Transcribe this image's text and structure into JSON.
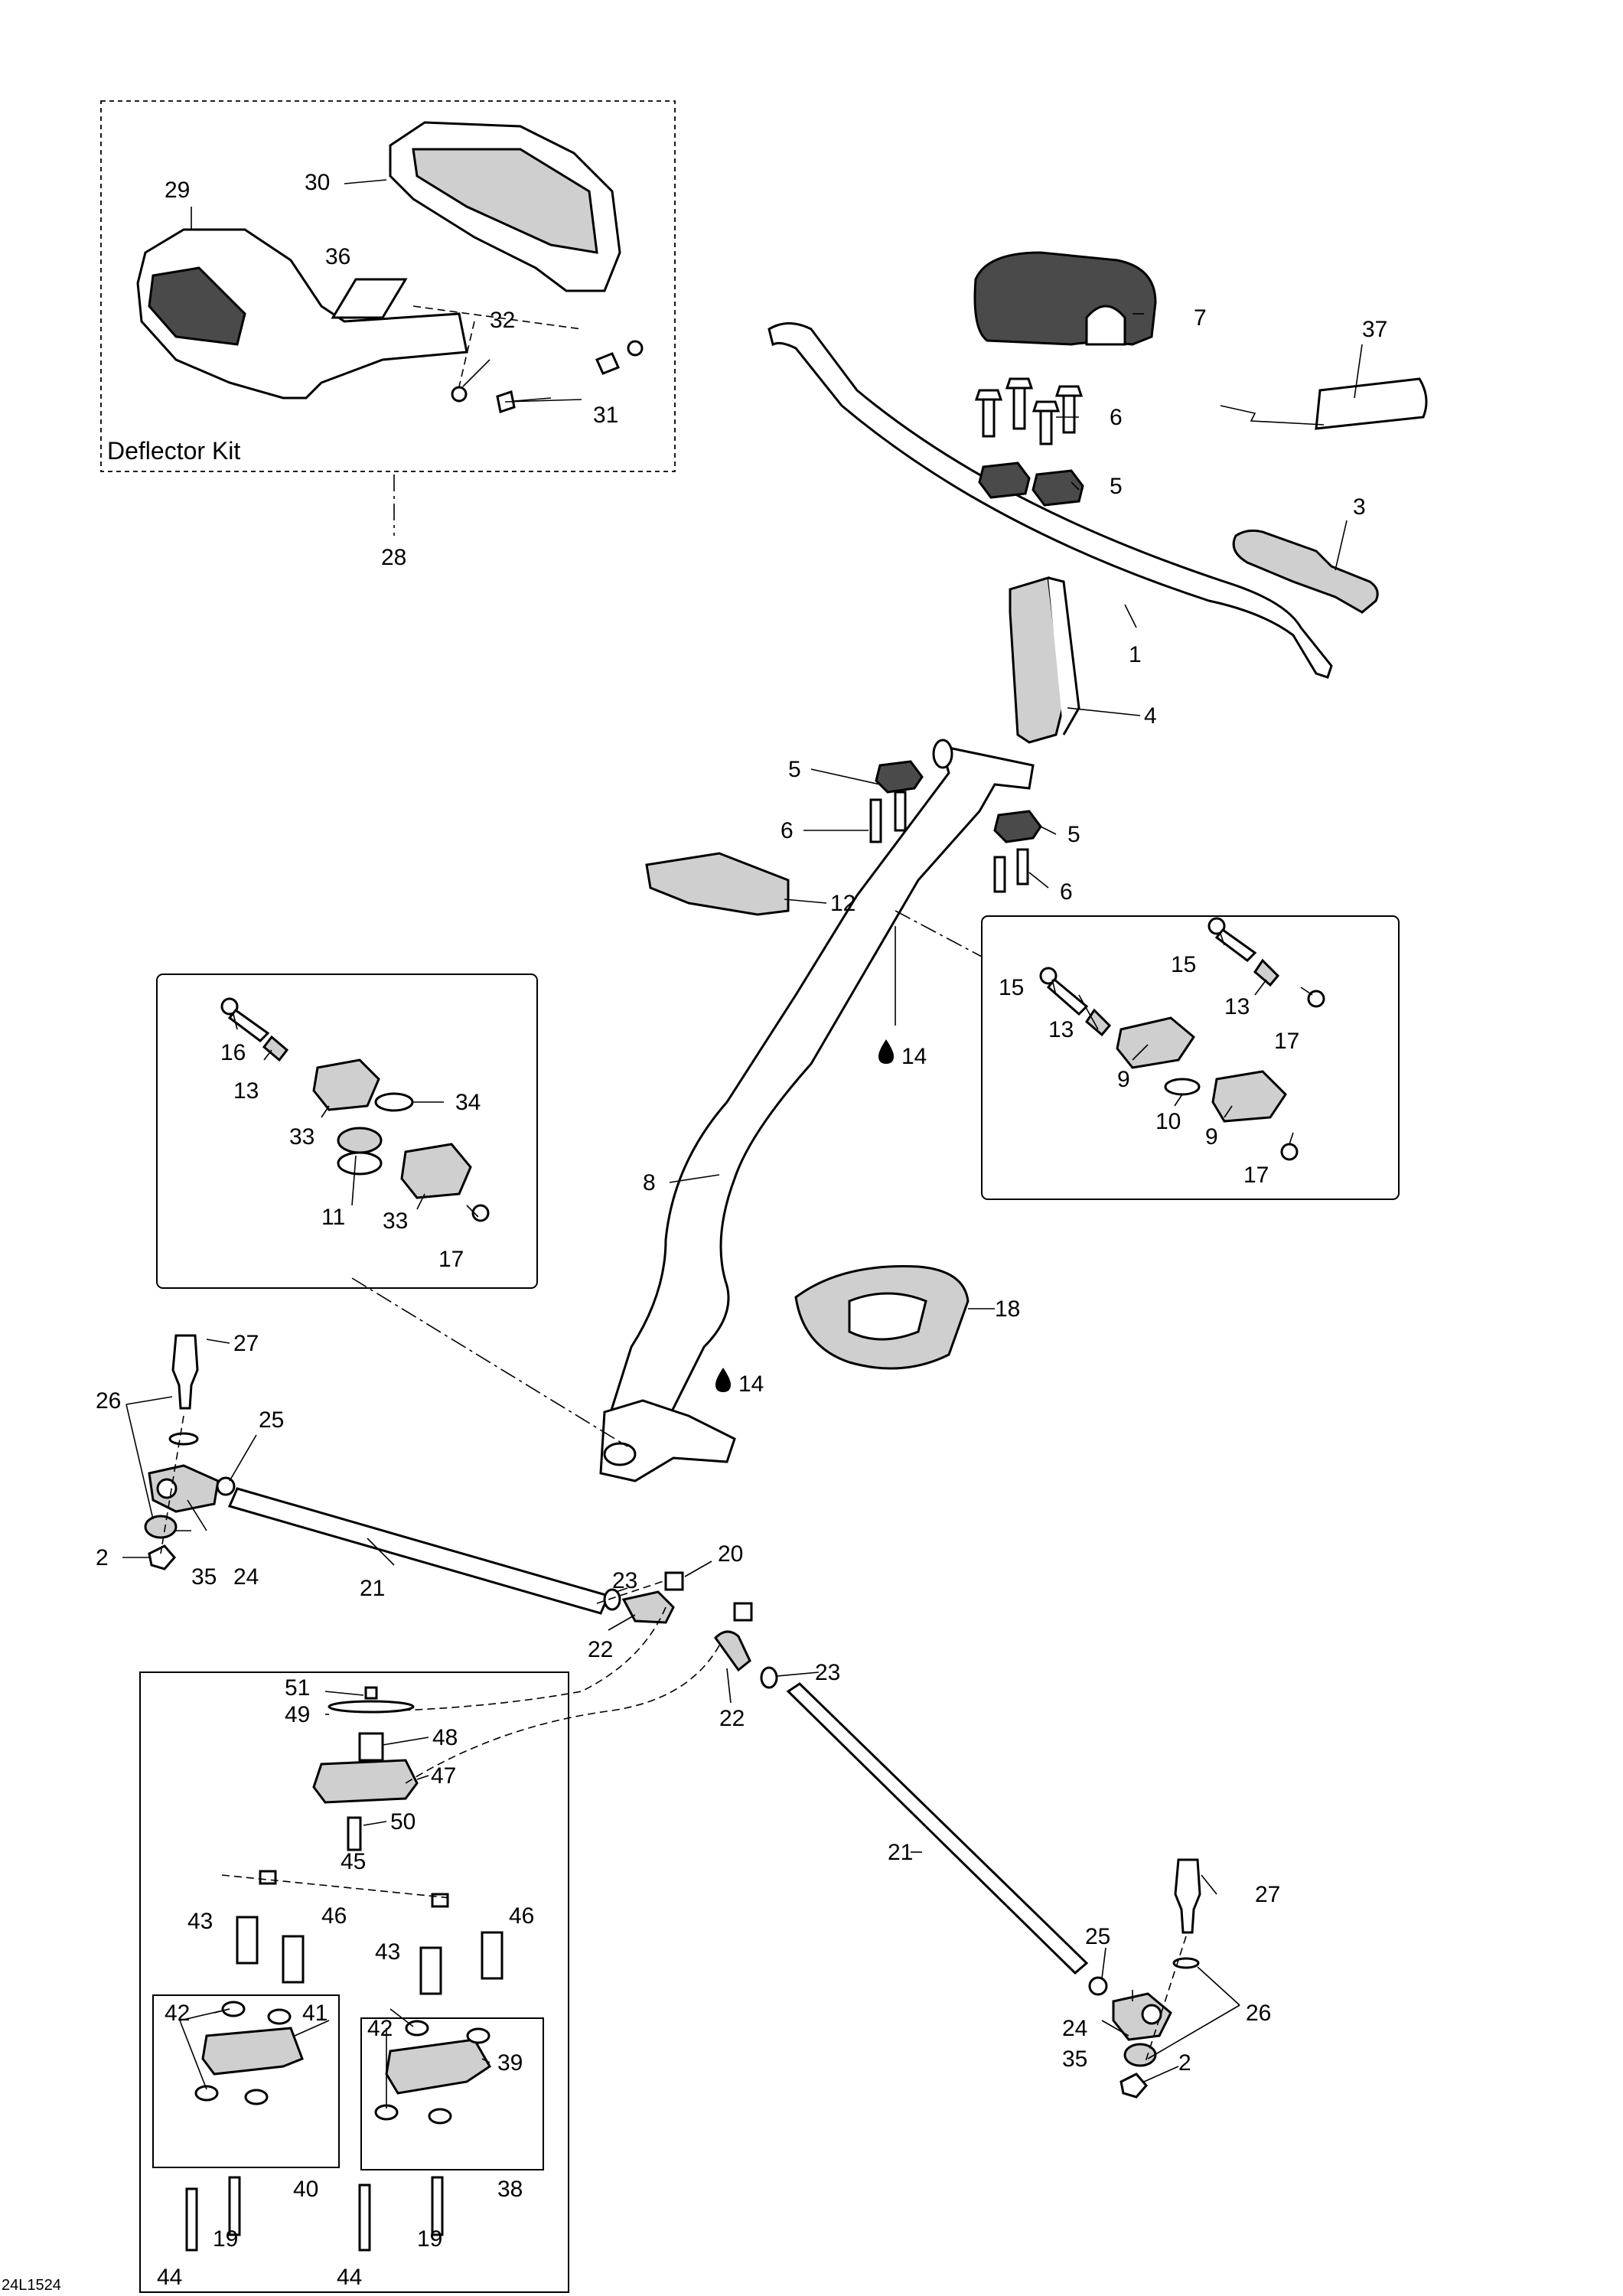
{
  "diagram": {
    "kit_label": "Deflector Kit",
    "drawing_code": "24L1524",
    "callouts": [
      "1",
      "2",
      "3",
      "4",
      "5",
      "6",
      "7",
      "8",
      "9",
      "10",
      "11",
      "12",
      "13",
      "14",
      "15",
      "16",
      "17",
      "18",
      "19",
      "20",
      "21",
      "22",
      "23",
      "24",
      "25",
      "26",
      "27",
      "28",
      "29",
      "30",
      "31",
      "32",
      "33",
      "34",
      "35",
      "36",
      "37",
      "38",
      "39",
      "40",
      "41",
      "42",
      "43",
      "44",
      "45",
      "46",
      "47",
      "48",
      "49",
      "50",
      "51"
    ],
    "lubricant_symbol": "oil-drop-icon"
  }
}
